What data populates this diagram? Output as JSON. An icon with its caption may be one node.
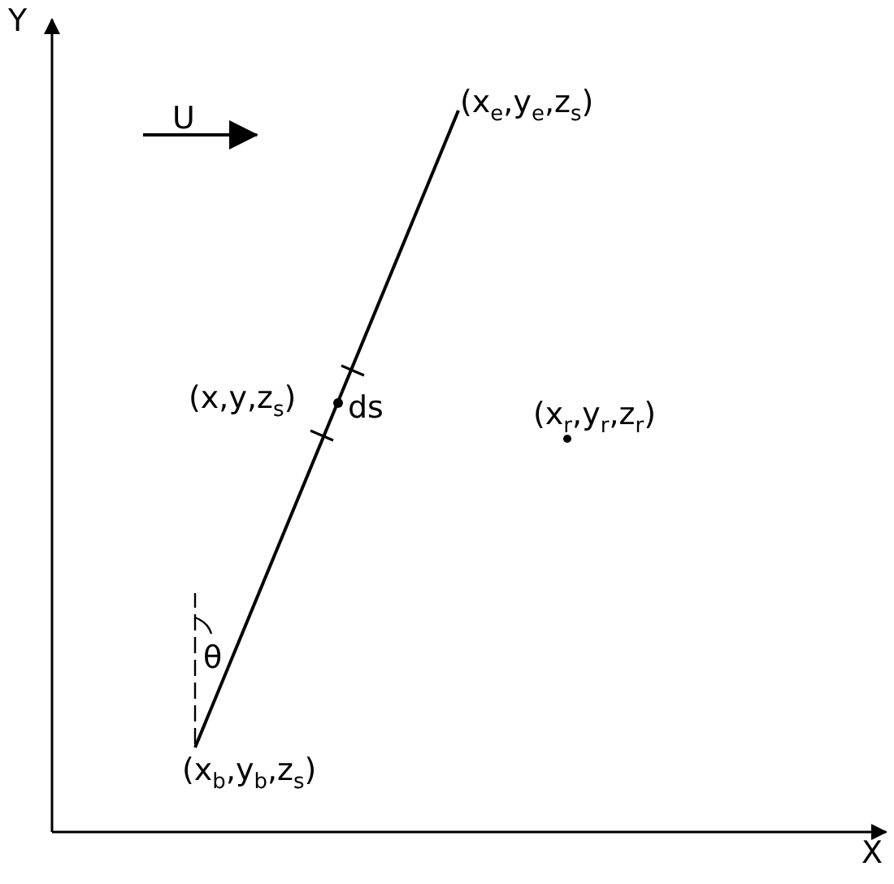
{
  "diagram": {
    "labels": [
      "Y",
      "(x$_{e}$,y$_{e}$,z$_{s}$)",
      "U",
      "(x,y,z$_{s}$)",
      "ds",
      "(x$_{r}$,y$_{r}$,z$_{r}$)",
      "θ",
      "(x$_{b}$,y$_{b}$,z$_{s}$)",
      "X"
    ]
  }
}
